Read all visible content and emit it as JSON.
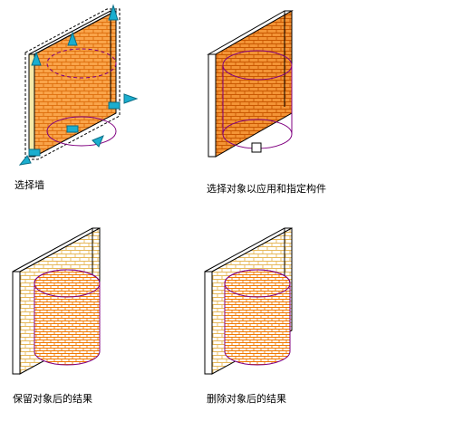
{
  "figure": {
    "captions": {
      "select_wall": "选择墙",
      "select_objects": "选择对象以应用和指定构件",
      "keep_objects": "保留对象后的结果",
      "erase_objects": "删除对象后的结果"
    }
  },
  "colors": {
    "background": "#ffffff",
    "wall_outline": "#000000",
    "brick_orange": "#f07800",
    "brick_yellow": "#e6c35a",
    "cylinder_outline": "#800080",
    "grip": "#1aaecf",
    "dash_selection": "#000000"
  }
}
